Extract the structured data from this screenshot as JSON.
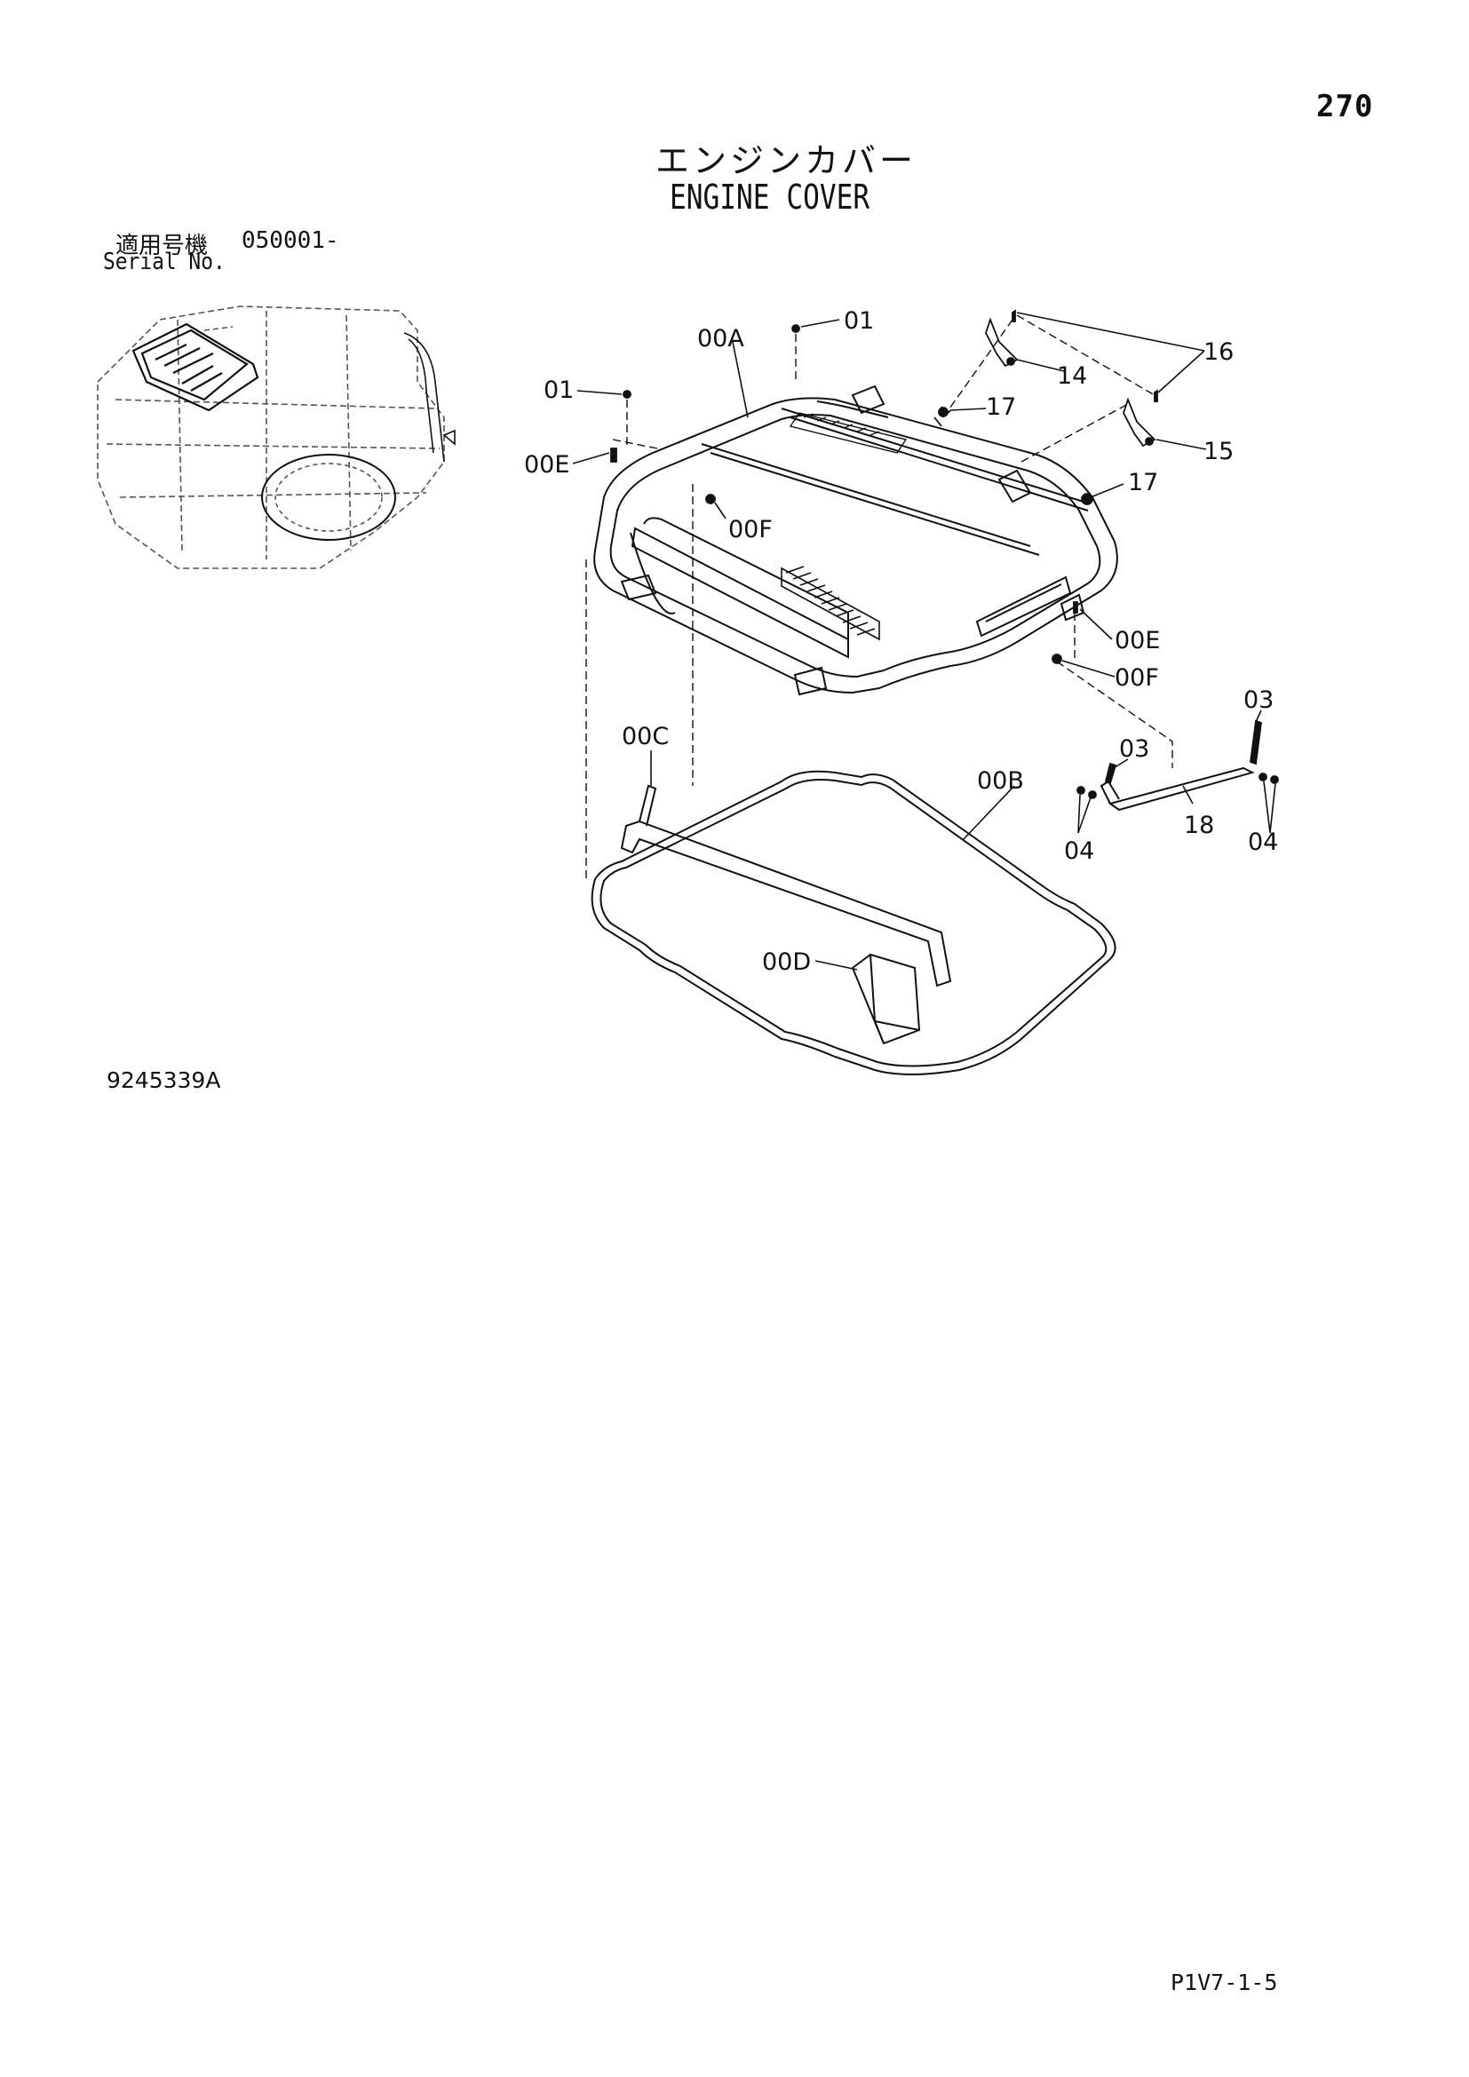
{
  "header": {
    "page_number": "270",
    "title_jp": "エンジンカバー",
    "title_en": "ENGINE COVER",
    "serial_label_jp": "適用号機",
    "serial_code": "050001-",
    "serial_label_en": "Serial No."
  },
  "footer": {
    "drawing_number": "9245339A",
    "page_code": "P1V7-1-5"
  },
  "callouts": {
    "c01a": "01",
    "c01b": "01",
    "c00A": "00A",
    "c16": "16",
    "c14": "14",
    "c17a": "17",
    "c17b": "17",
    "c15": "15",
    "c00Ea": "00E",
    "c00Fa": "00F",
    "c00Eb": "00E",
    "c00Fb": "00F",
    "c03a": "03",
    "c03b": "03",
    "c00C": "00C",
    "c00B": "00B",
    "c04a": "04",
    "c04b": "04",
    "c18": "18",
    "c00D": "00D"
  },
  "colors": {
    "line": "#111111",
    "ghost_line": "#555555"
  }
}
